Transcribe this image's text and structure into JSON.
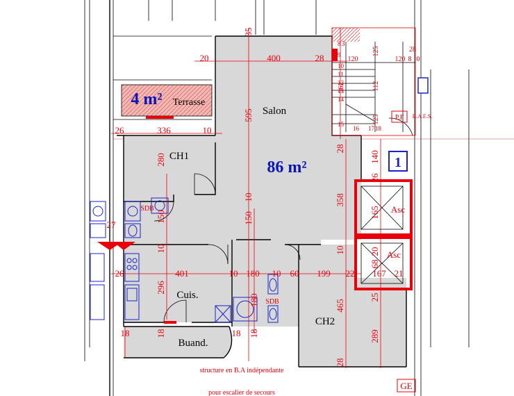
{
  "rooms": {
    "salon": "Salon",
    "ch1": "CH1",
    "ch2": "CH2",
    "cuisine": "Cuis.",
    "buanderie": "Buand.",
    "terrasse": "Terrasse",
    "sdb1": "SDB",
    "sdb2": "SDB"
  },
  "areas": {
    "apartment": "86 m²",
    "terrace": "4 m²"
  },
  "labels": {
    "asc1": "Asc",
    "asc2": "Asc",
    "pf": "P.F",
    "baes": "B.A.E.S.",
    "unit_number": "1",
    "corner_code": "GE",
    "note_line1": "structure en B.A indépendante",
    "note_line2": "pour escalier de secours"
  },
  "dimensions": {
    "d20": "20",
    "d400": "400",
    "d28a": "28",
    "d35": "35",
    "d26a": "26",
    "d336": "336",
    "d10a": "10",
    "d595": "595",
    "d280": "280",
    "d150a": "150",
    "d150b": "150",
    "d10b": "10",
    "d358": "358",
    "d140": "140",
    "d26b": "26",
    "d28b": "28",
    "d10c": "10",
    "d10d": "10",
    "d26c": "26",
    "d401": "401",
    "d296": "296",
    "d10e": "10",
    "d180a": "180",
    "d10f": "10",
    "d60": "60",
    "d180b": "180",
    "d199": "199",
    "d22": "22",
    "d167": "167",
    "d21": "21",
    "d465": "465",
    "d289": "289",
    "d28c": "28",
    "d25": "25",
    "d18a": "18",
    "d18b": "18",
    "d18c": "18",
    "d18d": "18",
    "d165": "165",
    "d68": "68",
    "d20b": "20",
    "d27": "27",
    "d8": "8",
    "d0": "0",
    "d3": "3",
    "d28d": "28",
    "d120a": "120",
    "d120b": "120",
    "d125a": "125",
    "d125b": "125",
    "d362": "362",
    "d112": "112"
  },
  "stair_numbers": [
    "8",
    "9",
    "10",
    "11",
    "12",
    "13",
    "14",
    "15",
    "16",
    "17",
    "18"
  ],
  "colors": {
    "wall_fill": "#d8d8d8",
    "dimension_red": "#e8000b",
    "area_blue": "#0a16b4",
    "fixture_blue": "#1a22d0",
    "terrace_pink": "#f1b9b5"
  }
}
